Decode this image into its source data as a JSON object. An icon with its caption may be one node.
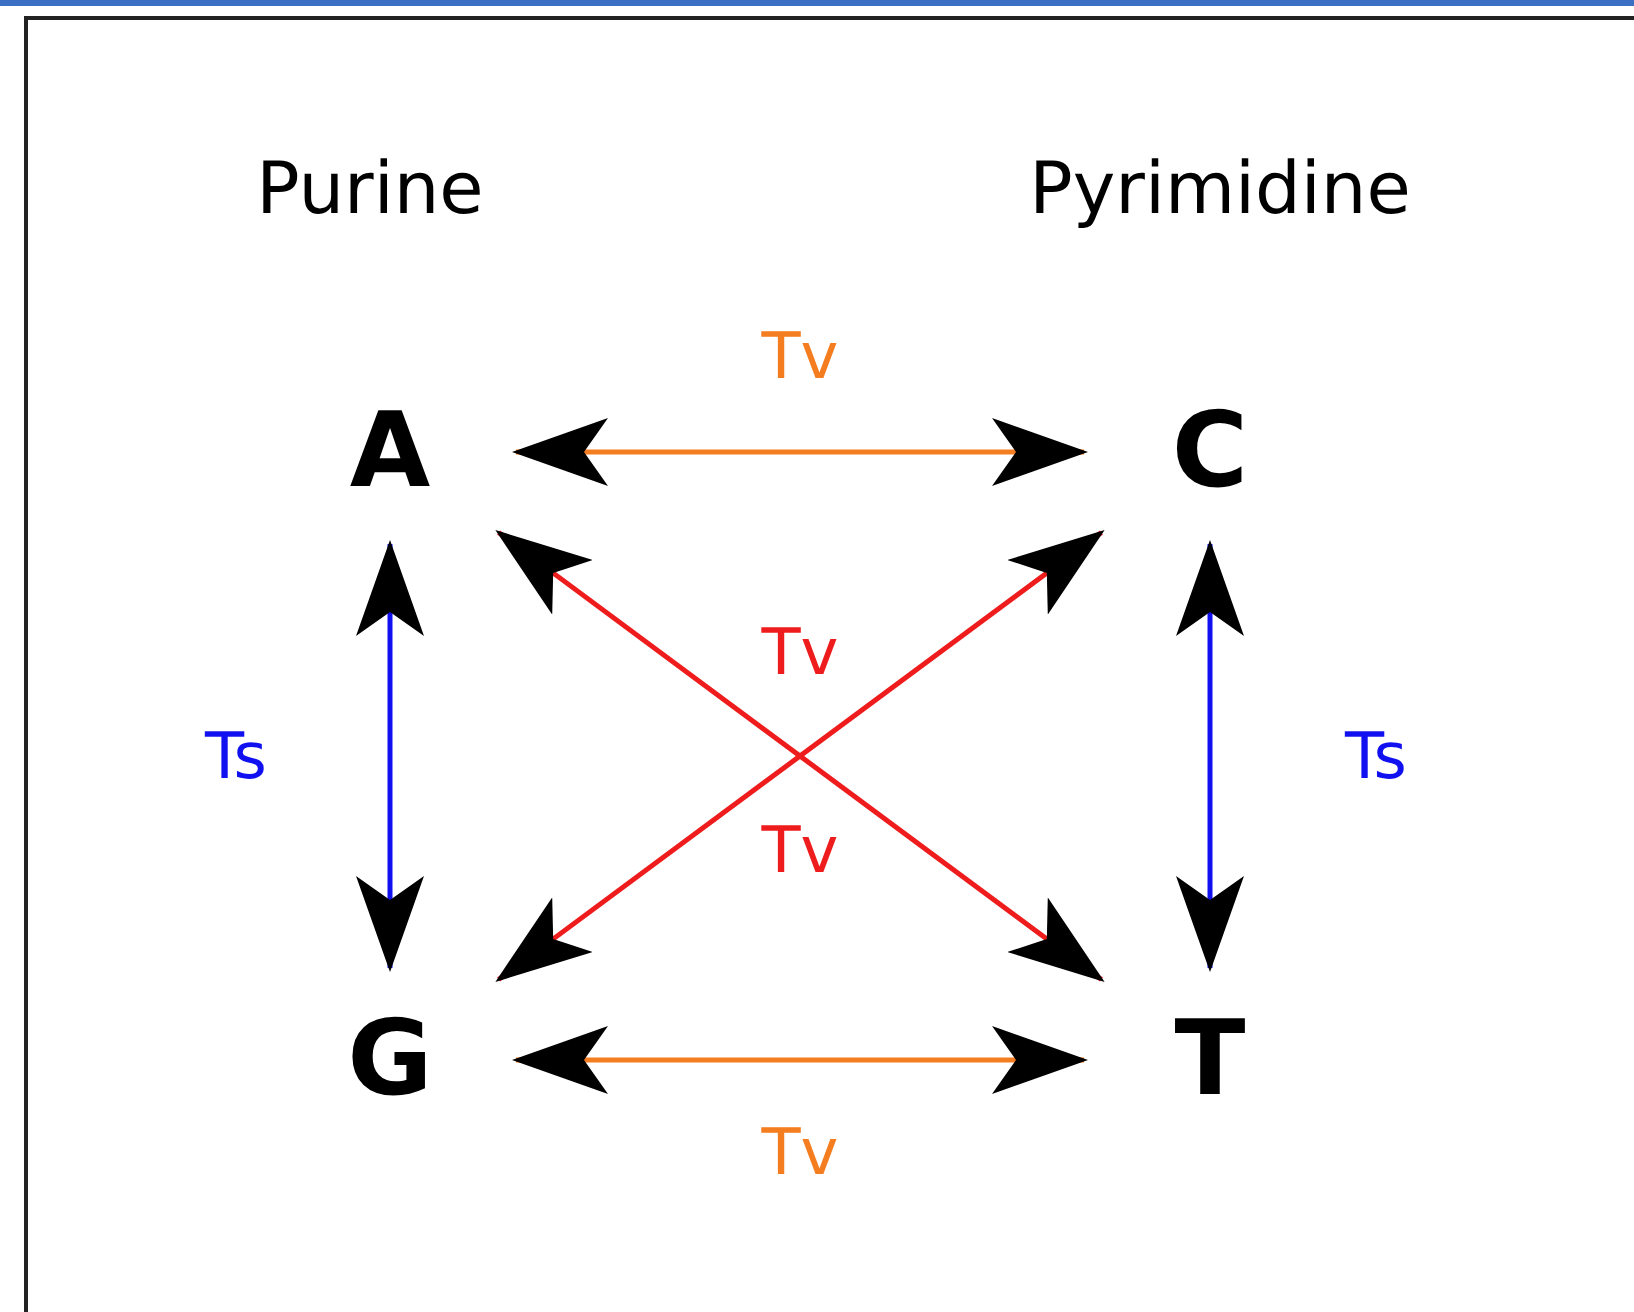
{
  "diagram": {
    "nodes": [
      {
        "text": [
          "A"
        ]
      },
      {
        "text": [
          "C"
        ]
      },
      {
        "text": [
          "G"
        ]
      },
      {
        "text": [
          "T"
        ]
      }
    ],
    "edges": [
      {
        "from": 0,
        "to": 1,
        "arrow": "both",
        "label": "Tv",
        "color": "#f47d20"
      },
      {
        "from": 0,
        "to": 2,
        "arrow": "both",
        "label": "Ts",
        "color": "#1010f0"
      },
      {
        "from": 1,
        "to": 3,
        "arrow": "both",
        "label": "Ts",
        "color": "#1010f0"
      },
      {
        "from": 2,
        "to": 3,
        "arrow": "both",
        "label": "Tv",
        "color": "#f47d20"
      },
      {
        "from": 0,
        "to": 3,
        "arrow": "both",
        "label": "Tv",
        "color": "#ee1c1c"
      },
      {
        "from": 1,
        "to": 2,
        "arrow": "both",
        "label": "Tv",
        "color": "#ee1c1c"
      }
    ],
    "labels": [
      "Purine",
      "Pyrimidine"
    ]
  }
}
